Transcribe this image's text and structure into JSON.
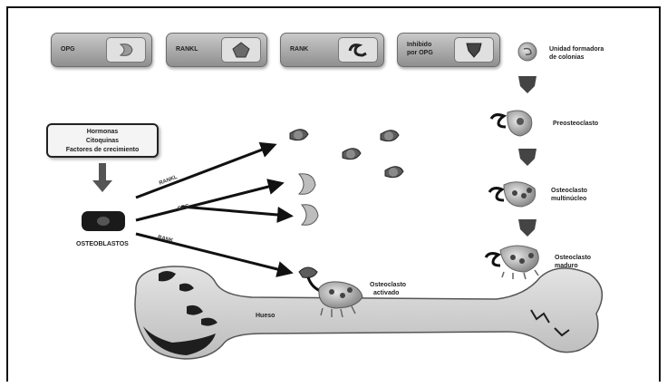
{
  "legend": [
    {
      "label": "OPG",
      "icon": "opg-icon"
    },
    {
      "label": "RANKL",
      "icon": "rankl-icon"
    },
    {
      "label": "RANK",
      "icon": "rank-icon"
    },
    {
      "label_line1": "Inhibido",
      "label_line2": "por OPG",
      "icon": "inhibited-by-opg-icon"
    }
  ],
  "inputs_box": {
    "line1": "Hormonas",
    "line2": "Citoquinas",
    "line3": "Factores de crecimiento"
  },
  "osteoblast_label": "OSTEOBLASTOS",
  "arrow_labels": {
    "rankl": "RANKL",
    "opg": "OPG",
    "rank": "RANK"
  },
  "differentiation": {
    "step1_line1": "Unidad formadora",
    "step1_line2": "de colonias",
    "step2": "Preosteoclasto",
    "step3_line1": "Osteoclasto",
    "step3_line2": "multinúcleo",
    "step4_line1": "Osteoclasto",
    "step4_line2": "maduro"
  },
  "activated_osteoclast_line1": "Osteoclasto",
  "activated_osteoclast_line2": "activado",
  "bone_label": "Hueso",
  "colors": {
    "frame": "#111111",
    "arrow": "#111111",
    "bone": "#d6d6d6",
    "lesion": "#1e1e1e",
    "legend_bg": "#a8a8a8"
  }
}
